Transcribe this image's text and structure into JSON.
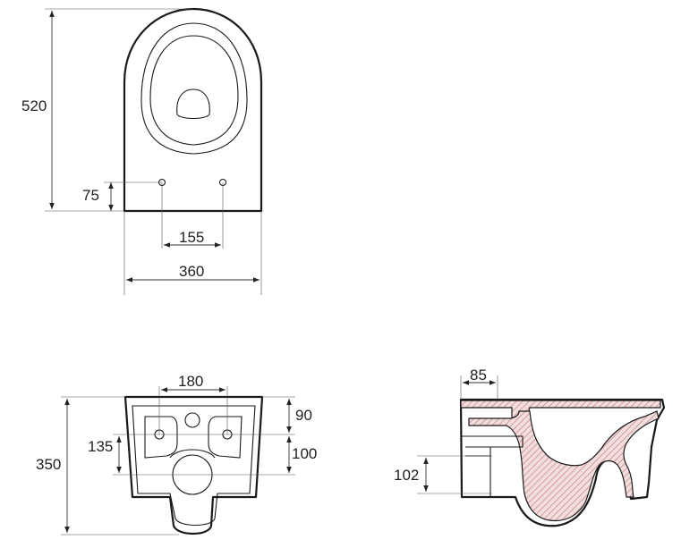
{
  "colors": {
    "line": "#1a1a1a",
    "hatch": "#c98a8a",
    "background": "#ffffff"
  },
  "top_view": {
    "height": "520",
    "hole_height": "75",
    "hole_spacing": "155",
    "width": "360"
  },
  "front_view": {
    "top_width": "180",
    "top_offset": "90",
    "hole_height": "135",
    "hole_spacing_vertical": "100",
    "height": "350"
  },
  "side_view": {
    "top_depth": "85",
    "outlet_height": "102"
  }
}
